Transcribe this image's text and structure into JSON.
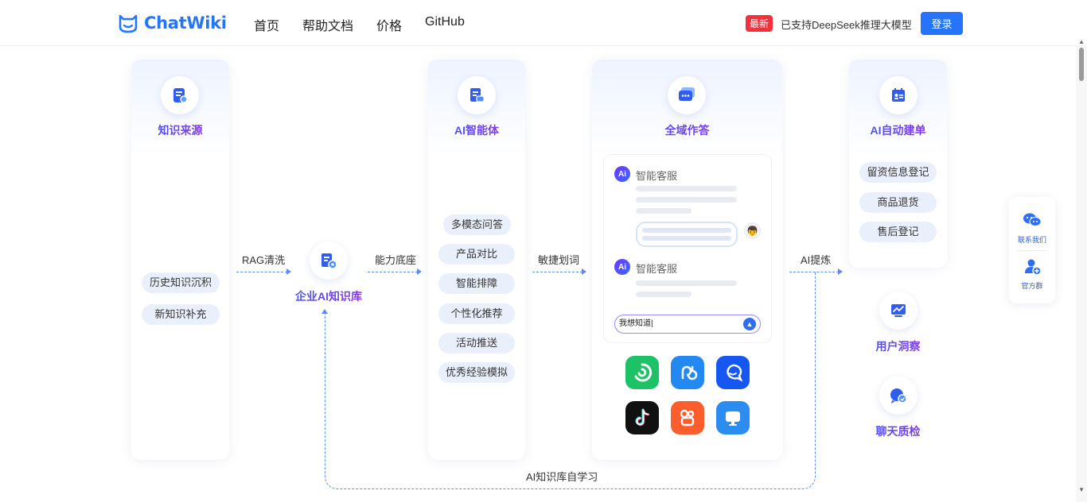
{
  "header": {
    "logo_text": "ChatWiki",
    "nav": [
      "首页",
      "帮助文档",
      "价格",
      "GitHub"
    ],
    "badge": "最新",
    "notice": "已支持DeepSeek推理大模型",
    "login": "登录"
  },
  "source_card": {
    "title": "知识来源",
    "items": [
      "历史知识沉积",
      "新知识补充"
    ]
  },
  "flow": {
    "rag_label": "RAG清洗",
    "kb_title": "企业AI知识库",
    "capability_label": "能力底座",
    "sensitive_label": "敏捷划词",
    "extract_label": "AI提炼",
    "loop_label": "AI知识库自学习"
  },
  "agent_card": {
    "title": "AI智能体",
    "items": [
      "多模态问答",
      "产品对比",
      "智能排障",
      "个性化推荐",
      "活动推送",
      "优秀经验模拟"
    ]
  },
  "answer_card": {
    "title": "全域作答",
    "bot_name": "智能客服",
    "bot_name_2": "智能客服",
    "avatar_text": "Ai",
    "input_value": "我想知道|"
  },
  "order_card": {
    "title": "AI自动建单",
    "items": [
      "留资信息登记",
      "商品退货",
      "售后登记"
    ]
  },
  "side_features": {
    "insight": "用户洞察",
    "quality": "聊天质检"
  },
  "float_panel": {
    "contact": "联系我们",
    "group": "官方群"
  },
  "colors": {
    "brand": "#2475fc",
    "badge": "#f5303d",
    "pill_bg": "#eaf0fb",
    "dash": "#5b8cf0"
  }
}
